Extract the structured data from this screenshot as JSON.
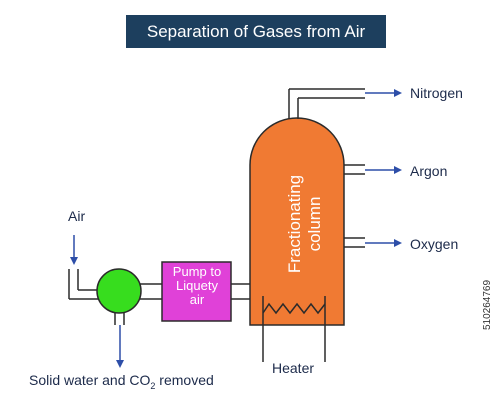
{
  "title": "Separation of Gases from Air",
  "labels": {
    "air": "Air",
    "removed_prefix": "Solid water and CO",
    "removed_sub": "2",
    "removed_suffix": " removed",
    "pump_line1": "Pump to",
    "pump_line2": "Liquety",
    "pump_line3": "air",
    "column_line1": "Fractionating",
    "column_line2": "column",
    "heater": "Heater",
    "nitrogen": "Nitrogen",
    "argon": "Argon",
    "oxygen": "Oxygen"
  },
  "watermark": "510264769",
  "colors": {
    "title_bg": "#1d3f5e",
    "column": "#f07a33",
    "pump": "#e041d8",
    "filter": "#37dd1e",
    "arrow": "#2d4ea8",
    "line": "#2b2b2b"
  }
}
